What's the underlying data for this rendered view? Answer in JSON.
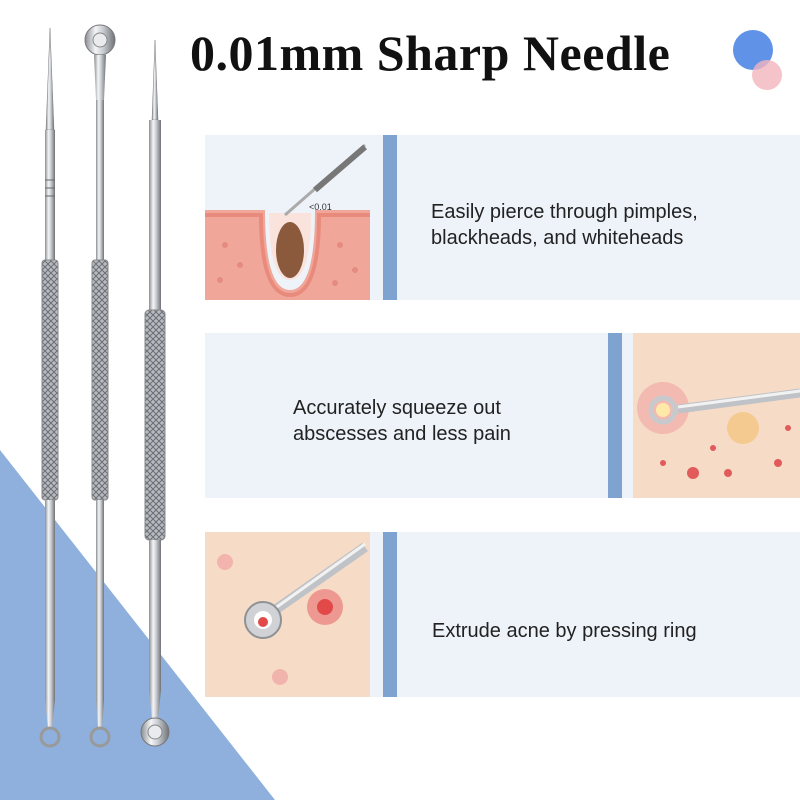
{
  "title": "0.01mm Sharp Needle",
  "colors": {
    "accent_bar": "#7fa3d1",
    "panel_bg": "#eef3f9",
    "background_shape": "#8fb0dc",
    "skin": "#f7e4d4",
    "pimple": "#e8697a"
  },
  "features": [
    {
      "caption_line1": "Easily pierce through pimples,",
      "caption_line2": "blackheads, and whiteheads",
      "illustration": "skin-cross-section-needle",
      "label": "<0.01"
    },
    {
      "caption_line1": "Accurately squeeze out",
      "caption_line2": "abscesses and less pain",
      "illustration": "loop-tool-on-skin"
    },
    {
      "caption_line1": "Extrude acne by pressing ring",
      "illustration": "ring-tool-on-skin"
    }
  ]
}
